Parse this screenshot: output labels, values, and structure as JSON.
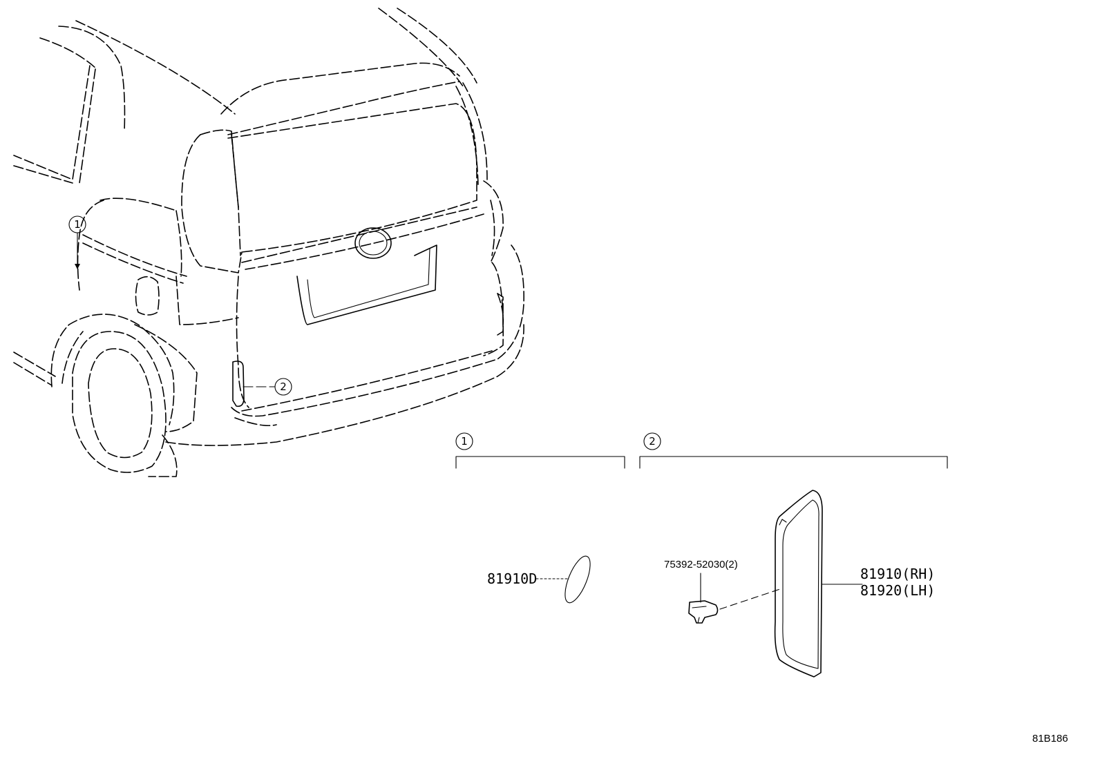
{
  "callouts": {
    "c1": "1",
    "c2": "2",
    "group1": "1",
    "group2": "2"
  },
  "parts": {
    "p_81910d": "81910D",
    "p_75392": "75392-52030(2)",
    "p_rh": "81910(RH)",
    "p_lh": "81920(LH)"
  },
  "figure_code": "81B186"
}
